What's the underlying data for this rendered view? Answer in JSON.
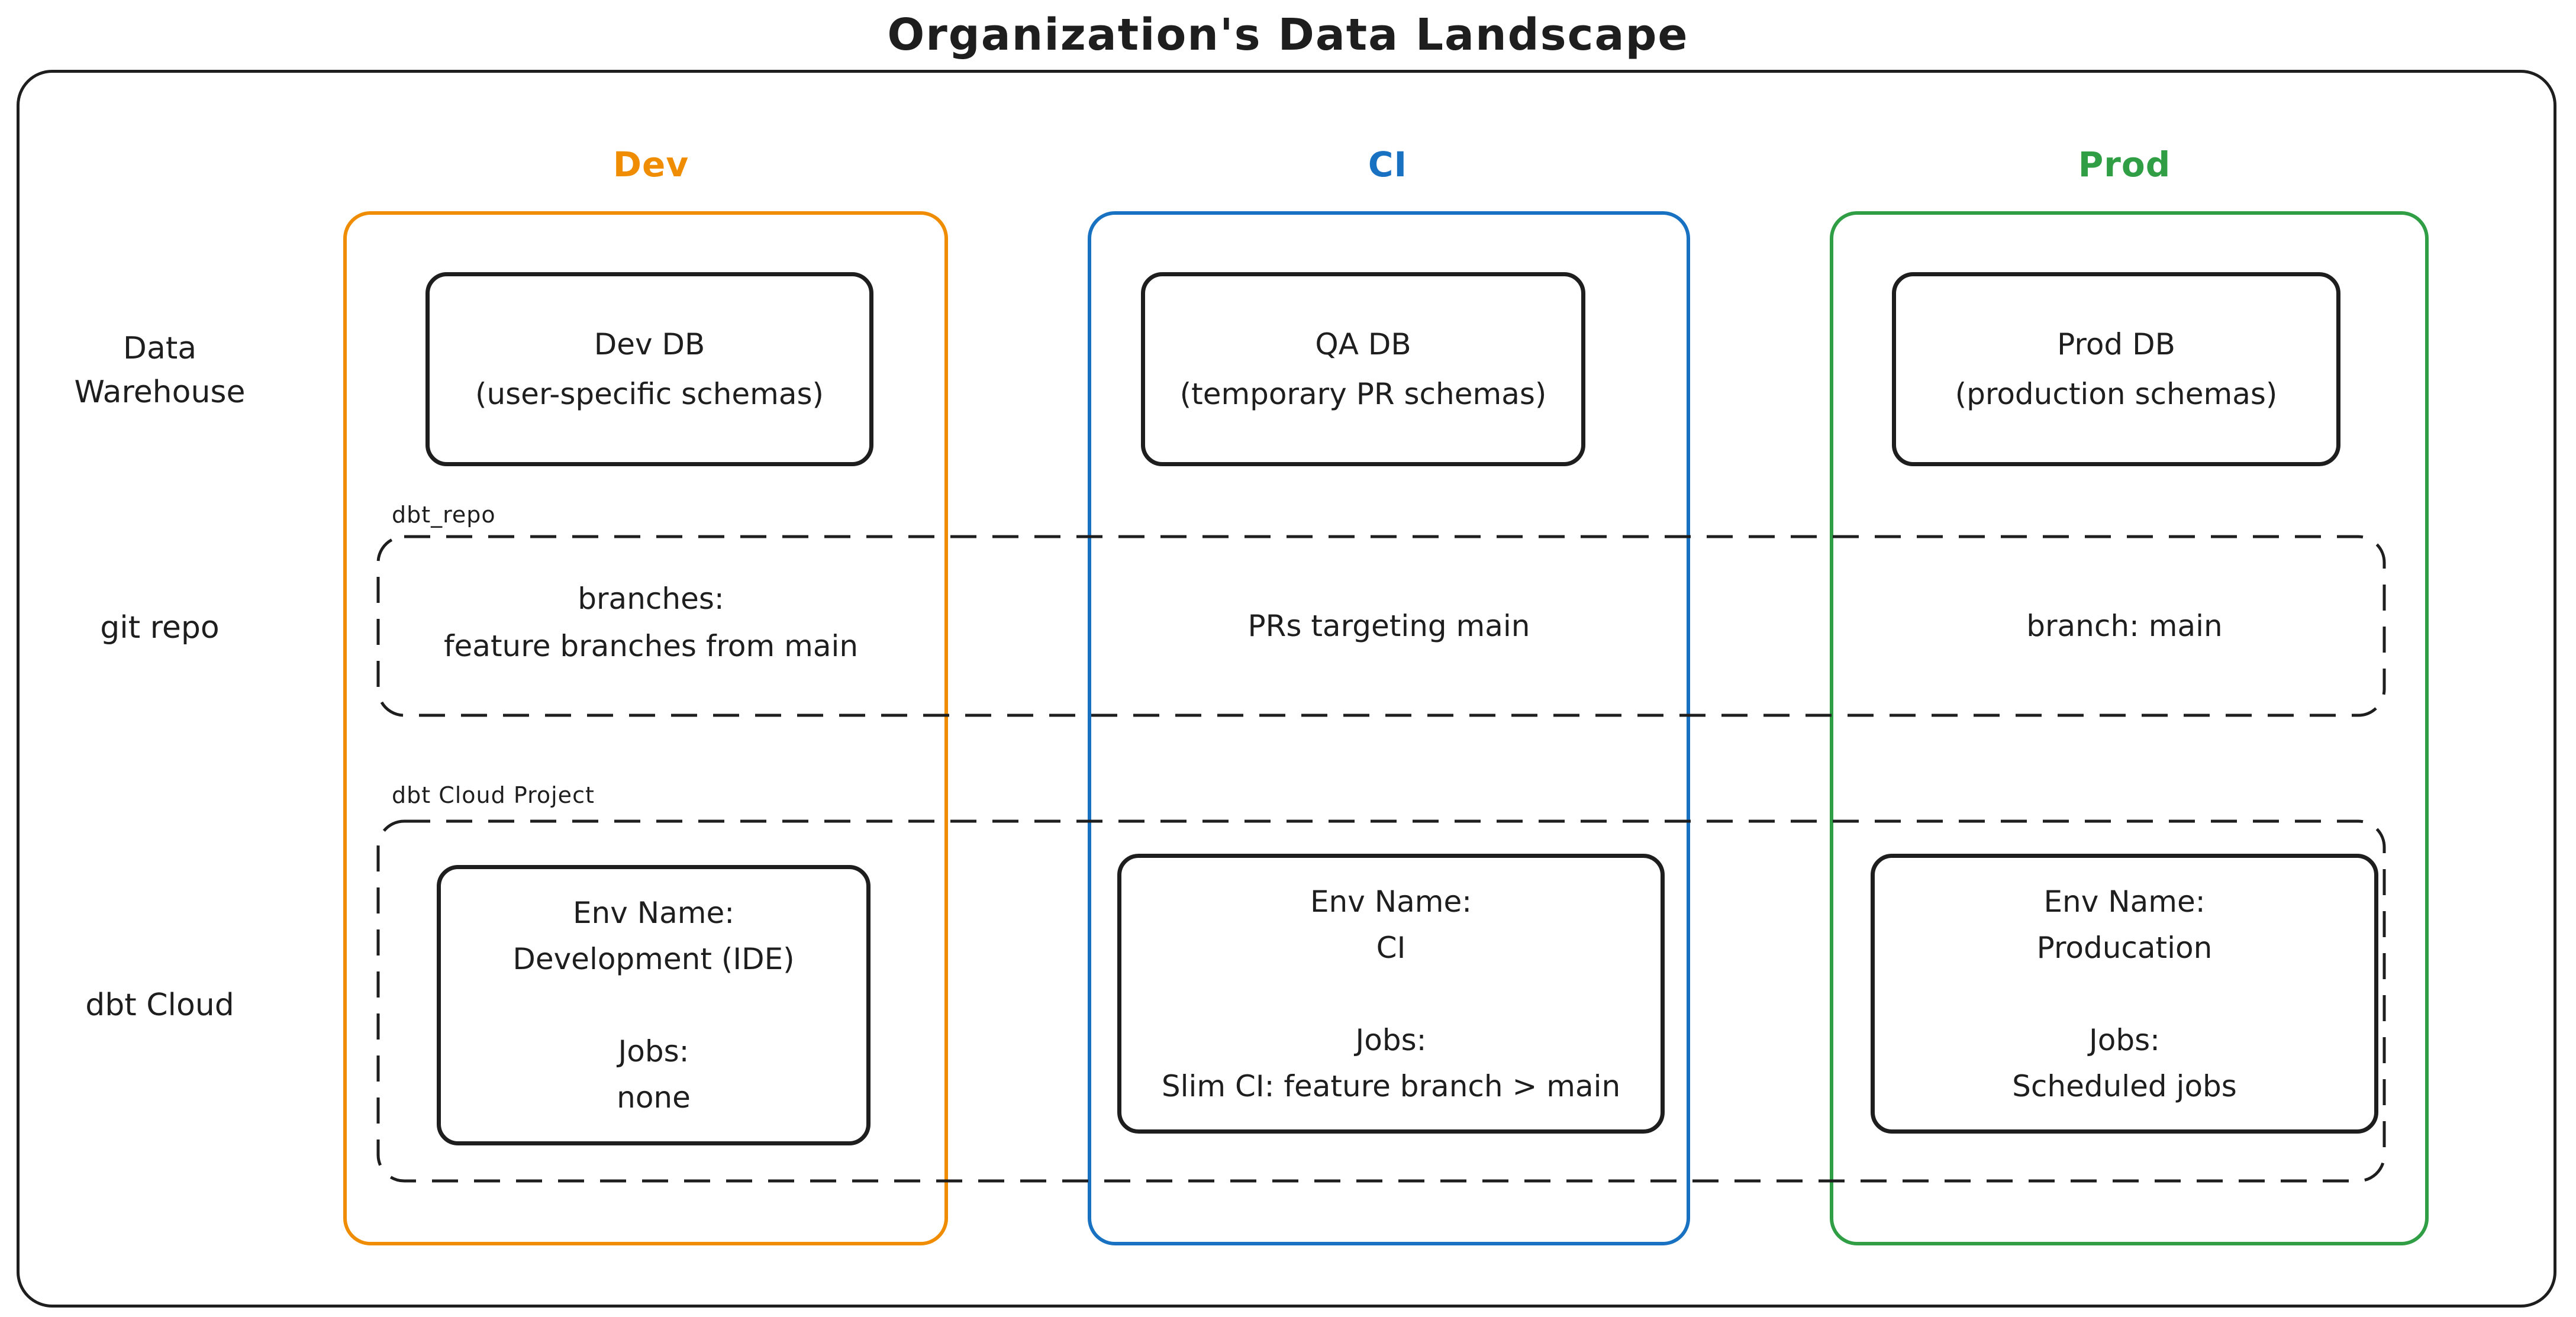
{
  "title": "Organization's Data Landscape",
  "ink_color": "#1e1e1e",
  "background_color": "#ffffff",
  "row_labels": {
    "data_warehouse_line1": "Data",
    "data_warehouse_line2": "Warehouse",
    "git_repo": "git repo",
    "dbt_cloud": "dbt Cloud"
  },
  "annotations": {
    "repo_box_label": "dbt_repo",
    "project_box_label": "dbt Cloud Project"
  },
  "columns": [
    {
      "header": "Dev",
      "color": "#f08c00",
      "db": {
        "name": "Dev DB",
        "detail": "(user-specific schemas)"
      },
      "git": {
        "line1": "branches:",
        "line2": "feature branches from main"
      },
      "env": {
        "env_label": "Env Name:",
        "env_name": "Development (IDE)",
        "jobs_label": "Jobs:",
        "jobs_value": "none"
      }
    },
    {
      "header": "CI",
      "color": "#1971c2",
      "db": {
        "name": "QA DB",
        "detail": "(temporary PR schemas)"
      },
      "git": {
        "line1": "PRs targeting main"
      },
      "env": {
        "env_label": "Env Name:",
        "env_name": "CI",
        "jobs_label": "Jobs:",
        "jobs_value": "Slim CI: feature branch > main"
      }
    },
    {
      "header": "Prod",
      "color": "#2f9e44",
      "db": {
        "name": "Prod DB",
        "detail": "(production schemas)"
      },
      "git": {
        "line1": "branch: main"
      },
      "env": {
        "env_label": "Env Name:",
        "env_name": "Producation",
        "jobs_label": "Jobs:",
        "jobs_value": "Scheduled jobs"
      }
    }
  ]
}
